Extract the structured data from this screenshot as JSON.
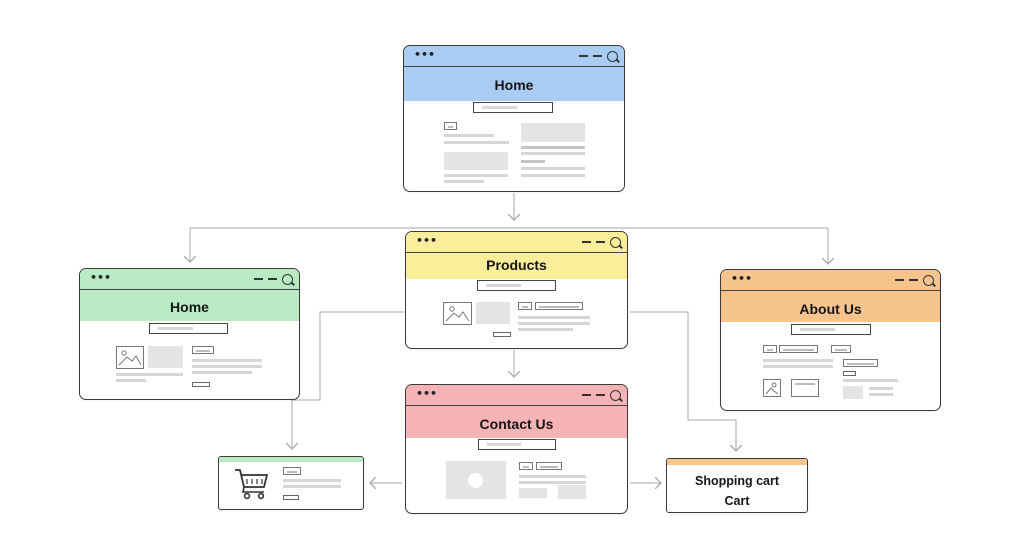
{
  "diagram": {
    "pages": [
      {
        "id": "home-top",
        "title": "Home",
        "header_color": "#a9ccf2"
      },
      {
        "id": "products",
        "title": "Products",
        "header_color": "#fbee9a"
      },
      {
        "id": "home-left",
        "title": "Home",
        "header_color": "#b9ecc5"
      },
      {
        "id": "about",
        "title": "About Us",
        "header_color": "#f7c48e"
      },
      {
        "id": "contact",
        "title": "Contact Us",
        "header_color": "#f6b3b6"
      }
    ],
    "cart_card": {
      "line1": "Shopping cart",
      "line2": "Cart",
      "header_color": "#f7c48e"
    },
    "cart_thumb": {
      "header_color": "#b9ecc5"
    },
    "line_color": "#b8b8b8"
  }
}
